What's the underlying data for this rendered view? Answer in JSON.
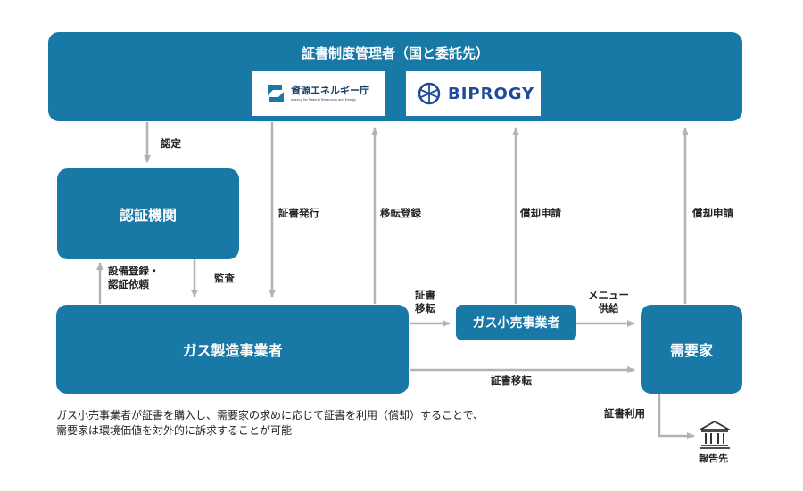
{
  "admin": {
    "title": "証書制度管理者（国と委託先）",
    "logo_agency": {
      "name": "資源エネルギー庁",
      "sub": "Agency for Natural Resources and Energy"
    },
    "logo_biprogy": {
      "name": "BIPROGY"
    }
  },
  "nodes": {
    "cert_body": "認証機関",
    "gas_producer": "ガス製造事業者",
    "gas_retailer": "ガス小売事業者",
    "consumer": "需要家"
  },
  "edges": {
    "certify": "認定",
    "issue": "証書発行",
    "transfer_register": "移転登録",
    "retire_request_retailer": "償却申請",
    "retire_request_consumer": "償却申請",
    "facility_reg_line1": "設備登録・",
    "facility_reg_line2": "認証依頼",
    "audit": "監査",
    "cert_transfer_line1": "証書",
    "cert_transfer_line2": "移転",
    "menu_line1": "メニュー",
    "menu_line2": "供給",
    "cert_transfer_direct": "証書移転",
    "cert_use": "証書利用"
  },
  "report": {
    "label": "報告先",
    "icon": "government-building-icon"
  },
  "note": {
    "line1": "ガス小売事業者が証書を購入し、需要家の求めに応じて証書を利用（償却）することで、",
    "line2": "需要家は環境価値を対外的に訴求することが可能"
  },
  "colors": {
    "box": "#1878a6",
    "arrow": "#b3b3b3"
  }
}
